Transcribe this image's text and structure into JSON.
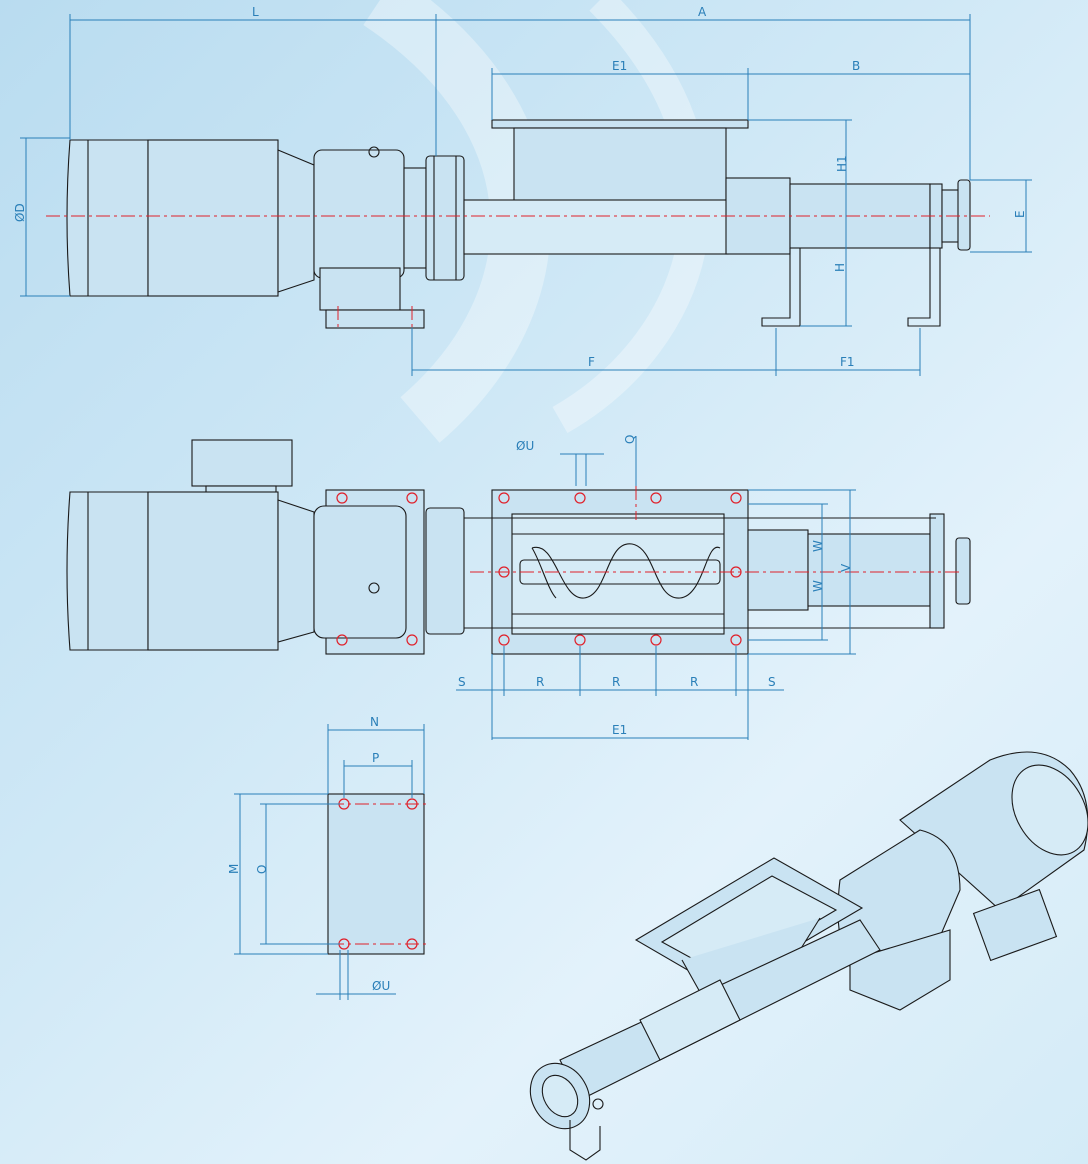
{
  "labels": {
    "L": "L",
    "A": "A",
    "E1": "E1",
    "B": "B",
    "OD": "ØD",
    "H1": "H1",
    "H": "H",
    "E": "E",
    "F": "F",
    "F1": "F1",
    "OU": "ØU",
    "Q": "Q",
    "W": "W",
    "V": "V",
    "S": "S",
    "R": "R",
    "N": "N",
    "P": "P",
    "M": "M",
    "O": "O"
  },
  "colors": {
    "dimension": "#2a7fb8",
    "centerline": "#e0202a",
    "outline": "#1a1a1a"
  }
}
